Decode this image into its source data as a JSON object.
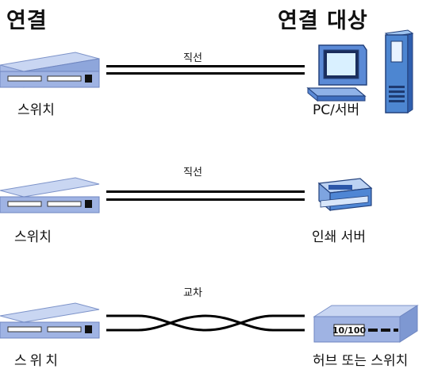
{
  "header": {
    "left": "연결",
    "right": "연결 대상"
  },
  "rows": [
    {
      "left_label": "스위치",
      "cable_label": "직선",
      "right_label": "PC/서버"
    },
    {
      "left_label": "스위치",
      "cable_label": "직선",
      "right_label": "인쇄 서버"
    },
    {
      "left_label": "스위치",
      "cable_label": "교차",
      "right_label": "허브 또는 스위치",
      "hub_badge": "10/100"
    }
  ],
  "colors": {
    "device_top": "#c9d6f2",
    "device_front": "#8ea6db",
    "device_edge": "#6f86c0",
    "cable": "#000000"
  }
}
